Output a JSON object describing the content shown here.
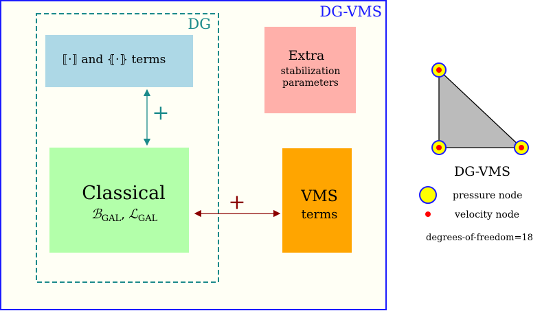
{
  "outer_frame": {
    "label": "DG-VMS",
    "color": "#1a1aff",
    "fill": "#fffff5"
  },
  "dg_frame": {
    "label": "DG",
    "color": "#1a8a8a"
  },
  "jump_box": {
    "text": "⟦·⟧ and ⦃·⦄ terms",
    "fill": "#add8e6"
  },
  "extra_box": {
    "line1": "Extra",
    "line2": "stabilization",
    "line3": "parameters",
    "fill": "#ffb0aa"
  },
  "classical_box": {
    "title": "Classical",
    "formula_b": "ℬ",
    "formula_l": "ℒ",
    "subscript": "GAL",
    "separator": ",",
    "fill": "#b3ffaa"
  },
  "vms_box": {
    "line1": "VMS",
    "line2": "terms",
    "fill": "#ffa500"
  },
  "plus_teal": {
    "symbol": "+",
    "color": "#1a8a8a"
  },
  "plus_red": {
    "symbol": "+",
    "color": "#8b0000"
  },
  "element": {
    "caption": "DG-VMS",
    "fill": "#bbbbbb",
    "pressure_node_color": "#ffff00",
    "node_ring_color": "#1a1aff",
    "velocity_node_color": "#ff0000"
  },
  "legend": {
    "pressure_label": "pressure node",
    "velocity_label": "velocity node",
    "dof_label": "degrees-of-freedom=18"
  }
}
